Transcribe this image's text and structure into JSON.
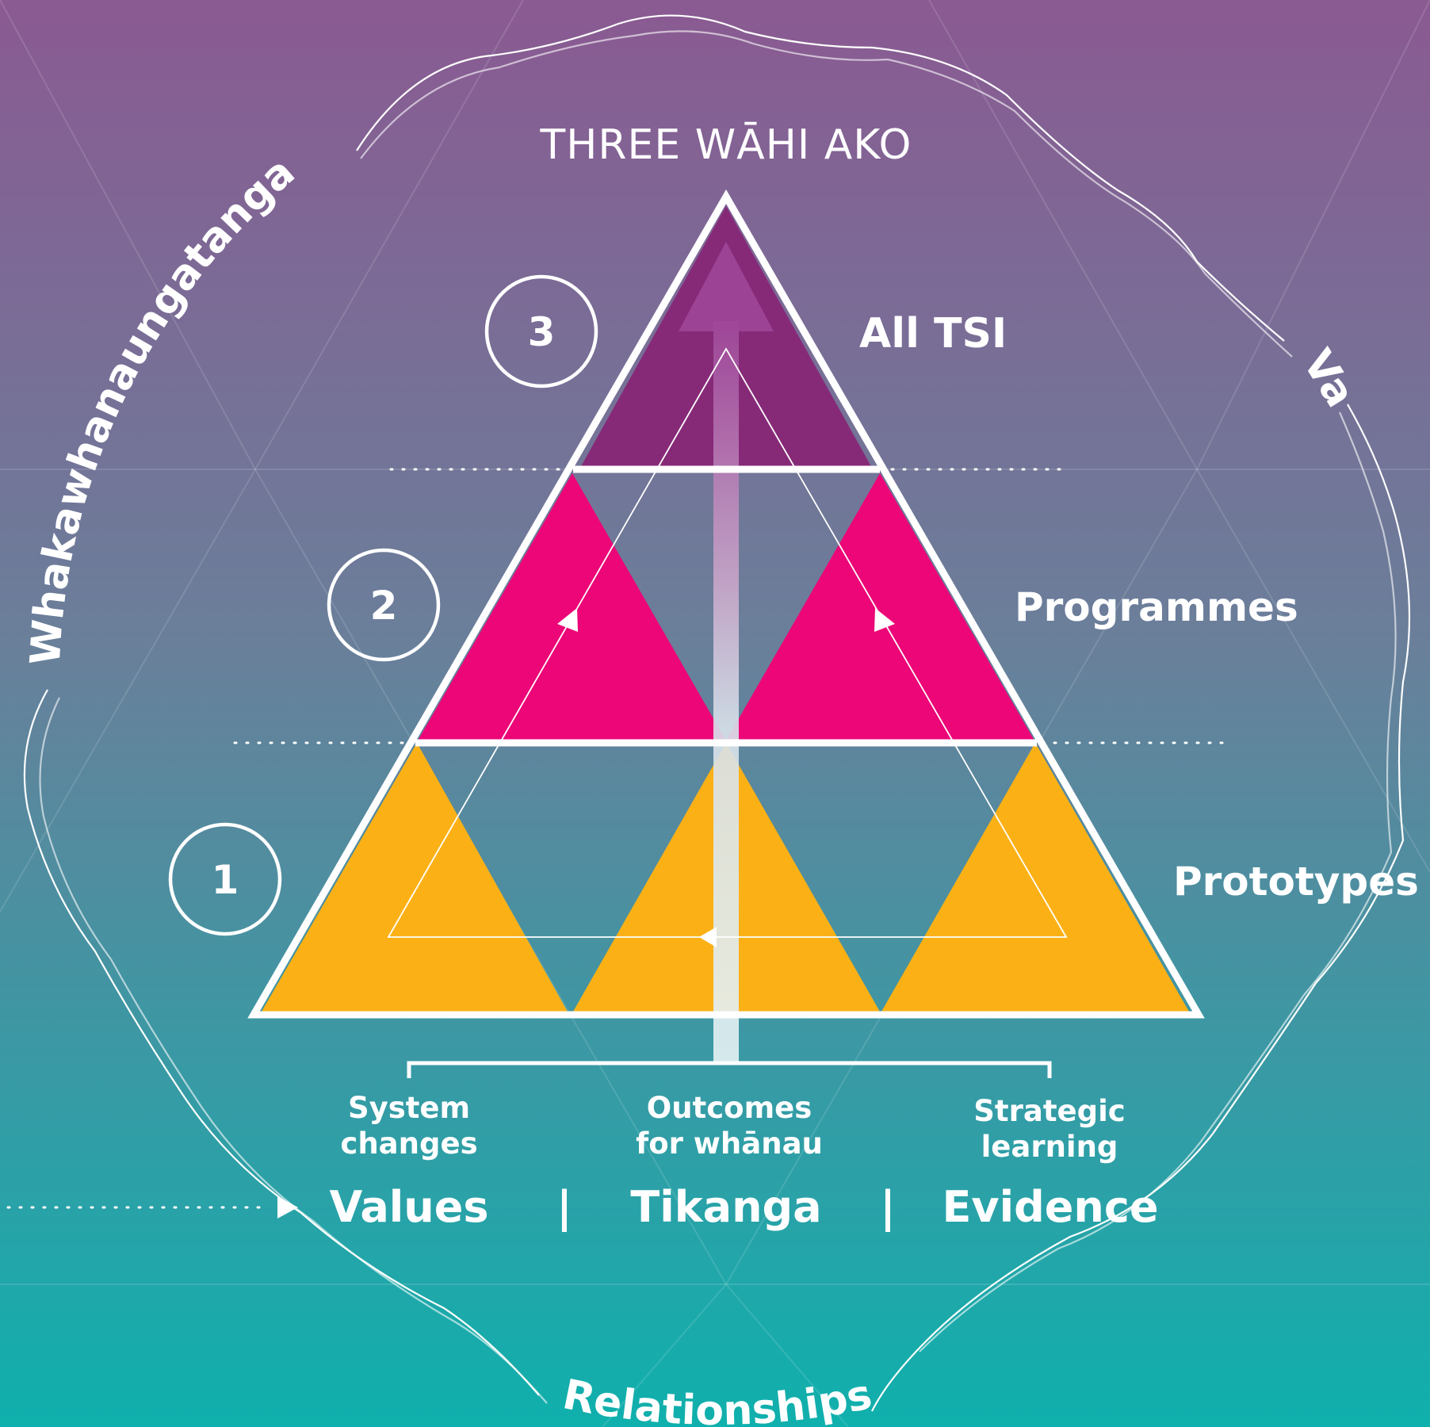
{
  "title": "THREE WĀHI AKO",
  "levels": [
    {
      "number": "3",
      "label": "All TSI"
    },
    {
      "number": "2",
      "label": "Programmes"
    },
    {
      "number": "1",
      "label": "Prototypes"
    }
  ],
  "outcomes": [
    {
      "line1": "System",
      "line2": "changes"
    },
    {
      "line1": "Outcomes",
      "line2": "for whānau"
    },
    {
      "line1": "Strategic",
      "line2": "learning"
    }
  ],
  "principles": {
    "first": "Values",
    "second": "Tikanga",
    "third": "Evidence",
    "separator": "|"
  },
  "arc_labels": {
    "left": "Whakawhanaungatanga",
    "right": "Va",
    "bottom": "Relationships"
  },
  "colors": {
    "top_gradient": "#8a5a92",
    "bottom_gradient": "#0fb0ad",
    "level3": "#862a78",
    "level2": "#ec0677",
    "level1": "#fbb116",
    "arrow_top": "#a0489a",
    "arrow_bottom": "#dde8ee",
    "outline": "#ffffff"
  }
}
